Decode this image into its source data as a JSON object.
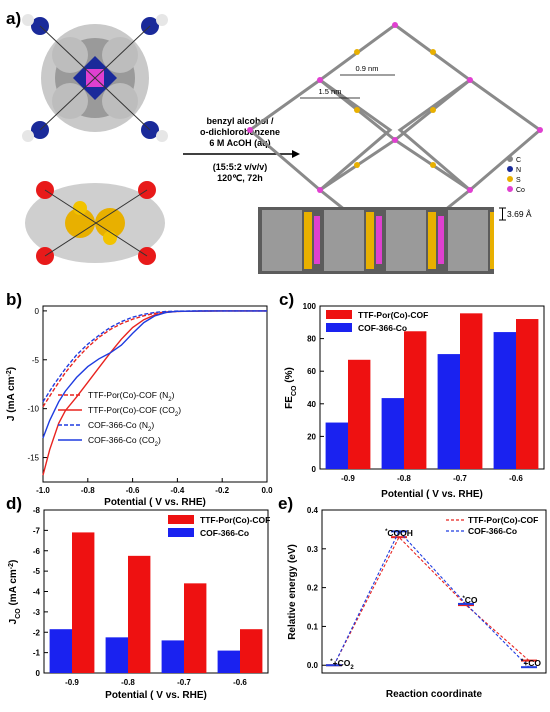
{
  "panels": {
    "a": {
      "letter": "a)",
      "conditions": [
        "benzyl alcohol /",
        "o-dichlorobenzene",
        "6 M AcOH (aq)",
        "(15:5:2 v/v/v)",
        "120℃,  72h"
      ],
      "dims": [
        "0.9 nm",
        "1.5 nm",
        "3.69 Å"
      ],
      "elements": [
        "C",
        "N",
        "S",
        "Co"
      ],
      "element_colors": [
        "#888888",
        "#1a2a9a",
        "#e8b000",
        "#e040d0"
      ]
    }
  },
  "chart_data": [
    {
      "type": "line",
      "letter": "b)",
      "xlabel": "Potential ( V vs. RHE)",
      "ylabel_main": "J",
      "ylabel_unit": "(mA cm",
      "ylabel_sup": "-2",
      "ylabel_tail": ")",
      "xlim": [
        -1.0,
        0.0
      ],
      "ylim": [
        -17.5,
        0.5
      ],
      "xticks": [
        "-1.0",
        "-0.8",
        "-0.6",
        "-0.4",
        "-0.2",
        "0.0"
      ],
      "yticks": [
        "0",
        "-5",
        "-10",
        "-15"
      ],
      "series": [
        {
          "name": "TTF-Por(Co)-COF  (N",
          "sub": "2",
          "tail": ")",
          "color": "#e8231f",
          "dash": true,
          "x": [
            -1.0,
            -0.95,
            -0.9,
            -0.85,
            -0.8,
            -0.75,
            -0.7,
            -0.65,
            -0.6,
            -0.55,
            -0.5,
            -0.45,
            -0.4,
            -0.3,
            -0.2,
            0.0
          ],
          "y": [
            -9.8,
            -8.0,
            -6.3,
            -4.9,
            -3.7,
            -2.7,
            -1.9,
            -1.3,
            -0.85,
            -0.5,
            -0.25,
            -0.1,
            -0.05,
            -0.02,
            0,
            0
          ]
        },
        {
          "name": "TTF-Por(Co)-COF  (CO",
          "sub": "2",
          "tail": ")",
          "color": "#e8231f",
          "dash": false,
          "x": [
            -1.0,
            -0.97,
            -0.93,
            -0.9,
            -0.85,
            -0.8,
            -0.75,
            -0.7,
            -0.65,
            -0.6,
            -0.55,
            -0.5,
            -0.45,
            -0.4,
            -0.3,
            -0.2,
            0.0
          ],
          "y": [
            -16.8,
            -14.2,
            -11.5,
            -10.2,
            -8.8,
            -7.3,
            -5.8,
            -4.3,
            -2.9,
            -1.7,
            -0.9,
            -0.4,
            -0.15,
            -0.05,
            -0.02,
            0,
            0
          ]
        },
        {
          "name": "COF-366-Co (N",
          "sub": "2",
          "tail": ")",
          "color": "#1f3ce0",
          "dash": true,
          "x": [
            -1.0,
            -0.95,
            -0.9,
            -0.85,
            -0.8,
            -0.75,
            -0.7,
            -0.65,
            -0.6,
            -0.55,
            -0.5,
            -0.45,
            -0.4,
            -0.3,
            -0.2,
            0.0
          ],
          "y": [
            -9.3,
            -7.5,
            -5.9,
            -4.5,
            -3.4,
            -2.5,
            -1.7,
            -1.1,
            -0.65,
            -0.35,
            -0.15,
            -0.06,
            -0.02,
            0,
            0,
            0
          ]
        },
        {
          "name": "COF-366-Co (CO",
          "sub": "2",
          "tail": ")",
          "color": "#1f3ce0",
          "dash": false,
          "x": [
            -1.0,
            -0.97,
            -0.93,
            -0.9,
            -0.85,
            -0.8,
            -0.75,
            -0.7,
            -0.65,
            -0.6,
            -0.55,
            -0.5,
            -0.45,
            -0.4,
            -0.3,
            -0.2,
            0.0
          ],
          "y": [
            -13.0,
            -11.2,
            -9.3,
            -8.2,
            -6.8,
            -5.7,
            -4.9,
            -4.3,
            -3.5,
            -2.3,
            -1.2,
            -0.5,
            -0.15,
            -0.04,
            -0.01,
            0,
            0
          ]
        }
      ]
    },
    {
      "type": "bar",
      "letter": "c)",
      "xlabel": "Potential ( V vs. RHE)",
      "ylabel_main": "FE",
      "ylabel_sub": "CO",
      "ylabel_tail": " (%)",
      "ylim": [
        0,
        100
      ],
      "yticks": [
        "0",
        "20",
        "40",
        "60",
        "80",
        "100"
      ],
      "categories": [
        "-0.9",
        "-0.8",
        "-0.7",
        "-0.6"
      ],
      "legend_pos": "top-left",
      "series": [
        {
          "name": "COF-366-Co",
          "color": "#1a22f0",
          "values": [
            28.5,
            43.5,
            70.5,
            84.0
          ]
        },
        {
          "name": "TTF-Por(Co)-COF",
          "color": "#ee1111",
          "values": [
            67.0,
            84.5,
            95.5,
            92.0
          ]
        }
      ]
    },
    {
      "type": "bar",
      "letter": "d)",
      "xlabel": "Potential ( V vs. RHE)",
      "ylabel_main": "J",
      "ylabel_sub": "CO",
      "ylabel_unit": " (mA cm",
      "ylabel_sup": "-2",
      "ylabel_tail": ")",
      "ylim": [
        0,
        -8
      ],
      "yticks": [
        "0",
        "-1",
        "-2",
        "-3",
        "-4",
        "-5",
        "-6",
        "-7",
        "-8"
      ],
      "categories": [
        "-0.9",
        "-0.8",
        "-0.7",
        "-0.6"
      ],
      "legend_pos": "top-right",
      "series": [
        {
          "name": "COF-366-Co",
          "color": "#1a22f0",
          "values": [
            -2.15,
            -1.75,
            -1.6,
            -1.1
          ]
        },
        {
          "name": "TTF-Por(Co)-COF",
          "color": "#ee1111",
          "values": [
            -6.9,
            -5.75,
            -4.4,
            -2.15
          ]
        }
      ]
    },
    {
      "type": "line",
      "letter": "e)",
      "xlabel": "Reaction coordinate",
      "ylabel": "Relative energy (eV)",
      "ylim": [
        -0.02,
        0.4
      ],
      "yticks": [
        "0.0",
        "0.1",
        "0.2",
        "0.3",
        "0.4"
      ],
      "states": [
        {
          "pre": "*",
          "name": "+CO",
          "sub": "2"
        },
        {
          "pre": "*",
          "name": "COOH",
          "sub": ""
        },
        {
          "pre": "*",
          "name": "CO",
          "sub": ""
        },
        {
          "pre": "*",
          "name": "+CO",
          "sub": ""
        }
      ],
      "series": [
        {
          "name": "TTF-Por(Co)-COF",
          "color": "#e8231f",
          "values": [
            0.0,
            0.33,
            0.155,
            0.012
          ]
        },
        {
          "name": "COF-366-Co",
          "color": "#1f3ce0",
          "values": [
            0.0,
            0.345,
            0.158,
            -0.005
          ]
        }
      ]
    }
  ]
}
